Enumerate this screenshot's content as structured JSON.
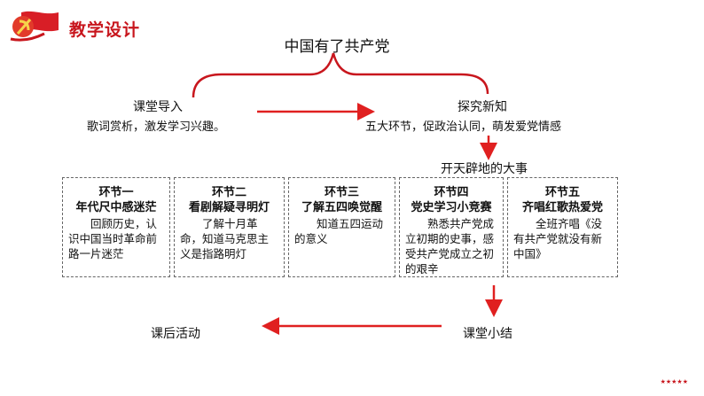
{
  "header": {
    "title": "教学设计",
    "logo_icon": "party-emblem-flag-icon",
    "accent": "#c8161d"
  },
  "diagram": {
    "main_title": "中国有了共产党",
    "left_node": {
      "title": "课堂导入",
      "desc": "歌词赏析，激发学习兴趣。"
    },
    "right_node": {
      "title": "探究新知",
      "desc": "五大环节，促政治认同，萌发爱党情感"
    },
    "subtitle": "开天辟地的大事",
    "boxes": [
      {
        "title": "环节一",
        "subtitle": "年代尺中感迷茫",
        "desc": "回顾历史，认识中国当时革命前路一片迷茫"
      },
      {
        "title": "环节二",
        "subtitle": "看剧解疑寻明灯",
        "desc": "了解十月革命，知道马克思主义是指路明灯"
      },
      {
        "title": "环节三",
        "subtitle": "了解五四唤觉醒",
        "desc": "知道五四运动的意义"
      },
      {
        "title": "环节四",
        "subtitle": "党史学习小竞赛",
        "desc": "熟悉共产党成立初期的史事，感受共产党成立之初的艰辛"
      },
      {
        "title": "环节五",
        "subtitle": "齐唱红歌热爱党",
        "desc": "全班齐唱《没有共产党就没有新中国》"
      }
    ],
    "summary": "课堂小结",
    "after_class": "课后活动"
  },
  "footer": {
    "stars": "★★★★★"
  }
}
